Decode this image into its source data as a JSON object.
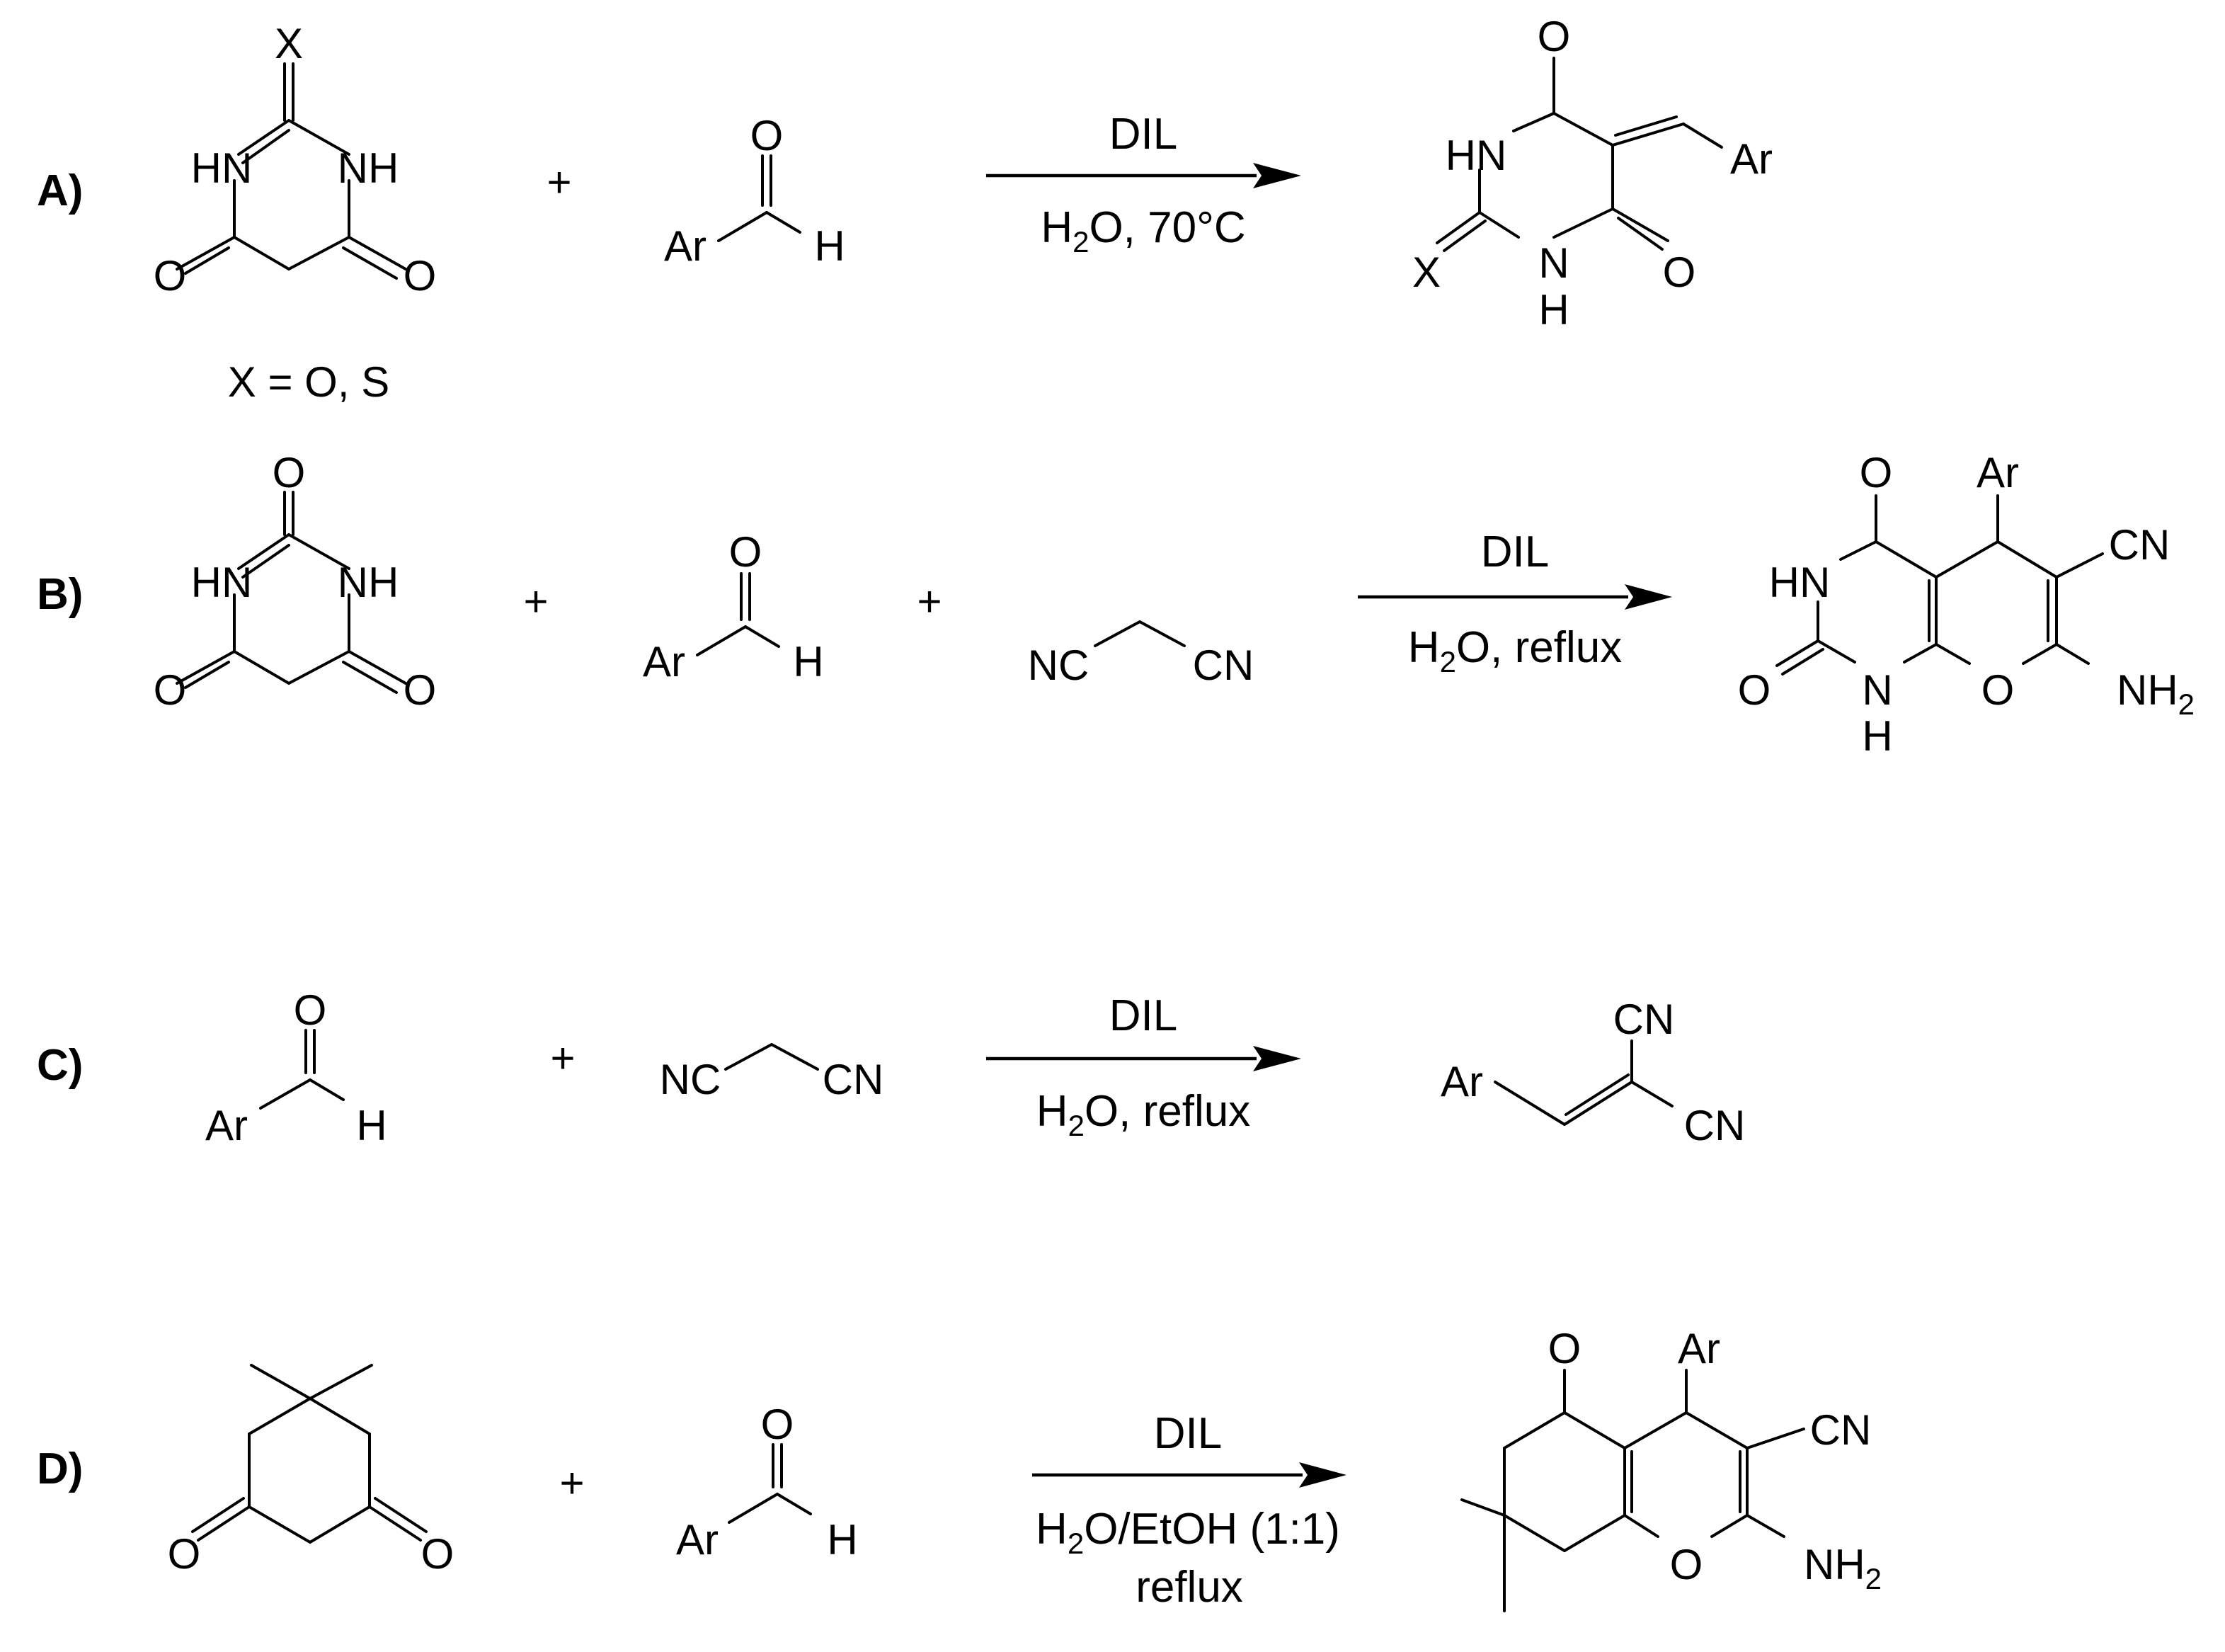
{
  "scheme": {
    "A": {
      "tag": "A)",
      "reactant1": {
        "X": "X",
        "HN": "HN",
        "NH": "NH",
        "O_left": "O",
        "O_right": "O"
      },
      "note": "X = O, S",
      "plus": "+",
      "aldehyde": {
        "O": "O",
        "Ar": "Ar",
        "H": "H"
      },
      "conditions": {
        "top": "DIL",
        "bottom_h": "H",
        "bottom_2": "2",
        "bottom_rest": "O, 70°C"
      },
      "product": {
        "O_top": "O",
        "HN": "HN",
        "Ar": "Ar",
        "X": "X",
        "N": "N",
        "H": "H",
        "O_right": "O"
      }
    },
    "B": {
      "tag": "B)",
      "reactant1": {
        "O_top": "O",
        "HN": "HN",
        "NH": "NH",
        "O_left": "O",
        "O_right": "O"
      },
      "plus1": "+",
      "aldehyde": {
        "O": "O",
        "Ar": "Ar",
        "H": "H"
      },
      "plus2": "+",
      "malononitrile": {
        "NC": "NC",
        "CN": "CN"
      },
      "conditions": {
        "top": "DIL",
        "bottom_h": "H",
        "bottom_2": "2",
        "bottom_rest": "O, reflux"
      },
      "product": {
        "O_top": "O",
        "Ar": "Ar",
        "CN": "CN",
        "HN": "HN",
        "O_left": "O",
        "N": "N",
        "H": "H",
        "O_ring": "O",
        "NH": "NH",
        "NH_sub": "2"
      }
    },
    "C": {
      "tag": "C)",
      "aldehyde": {
        "O": "O",
        "Ar": "Ar",
        "H": "H"
      },
      "plus": "+",
      "malononitrile": {
        "NC": "NC",
        "CN": "CN"
      },
      "conditions": {
        "top": "DIL",
        "bottom_h": "H",
        "bottom_2": "2",
        "bottom_rest": "O, reflux"
      },
      "product": {
        "Ar": "Ar",
        "CN_top": "CN",
        "CN_bottom": "CN"
      }
    },
    "D": {
      "tag": "D)",
      "dimedone": {
        "O_left": "O",
        "O_right": "O"
      },
      "plus": "+",
      "aldehyde": {
        "O": "O",
        "Ar": "Ar",
        "H": "H"
      },
      "conditions": {
        "top": "DIL",
        "bottom_h": "H",
        "bottom_2": "2",
        "bottom_rest": "O/EtOH (1:1)",
        "bottom2": "reflux"
      },
      "product": {
        "O_top": "O",
        "Ar": "Ar",
        "CN": "CN",
        "O_ring": "O",
        "NH": "NH",
        "NH_sub": "2"
      }
    }
  }
}
